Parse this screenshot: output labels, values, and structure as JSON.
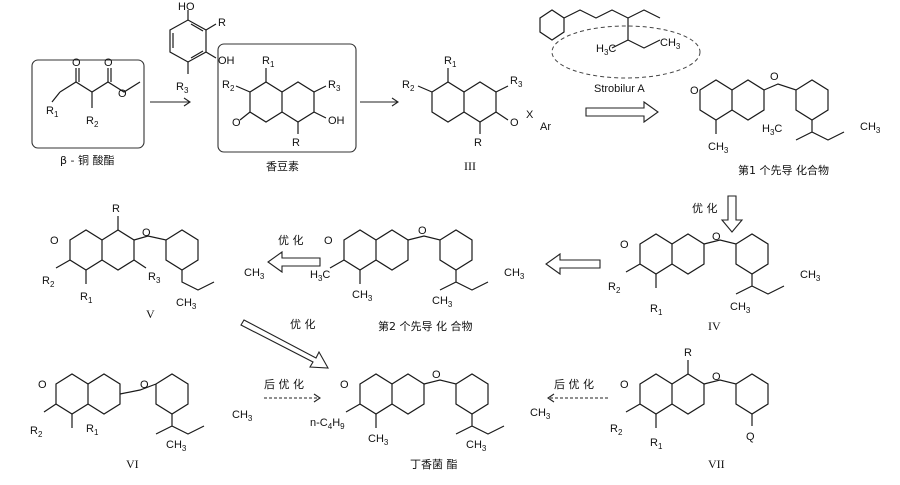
{
  "captions": {
    "acetoacetate": "β - 铜 酸酯",
    "coumarin": "香豆素",
    "cmpd3": "III",
    "strobilurin": "Strobilur A",
    "lead1": "第1 个先导 化合物",
    "lead2": "第2 个先导 化 合物",
    "cmpd4": "IV",
    "cmpd5": "V",
    "cmpd6": "VI",
    "cmpd7": "VII",
    "final": "丁香菌 酯"
  },
  "arrows": {
    "opt1": "优 化",
    "opt2": "优 化",
    "opt3": "优 化",
    "post1": "后 优 化",
    "post2": "后 优 化"
  },
  "atoms": {
    "O": "O",
    "OH": "OH",
    "HO": "HO",
    "R": "R",
    "R1": "R",
    "R2": "R",
    "R3": "R",
    "X": "X",
    "Ar": "Ar",
    "Q": "Q",
    "CH3": "CH",
    "H3C": "H",
    "nC4H9": "n-C",
    "one": "1",
    "two": "2",
    "three": "3",
    "four": "4",
    "nine": "9"
  }
}
